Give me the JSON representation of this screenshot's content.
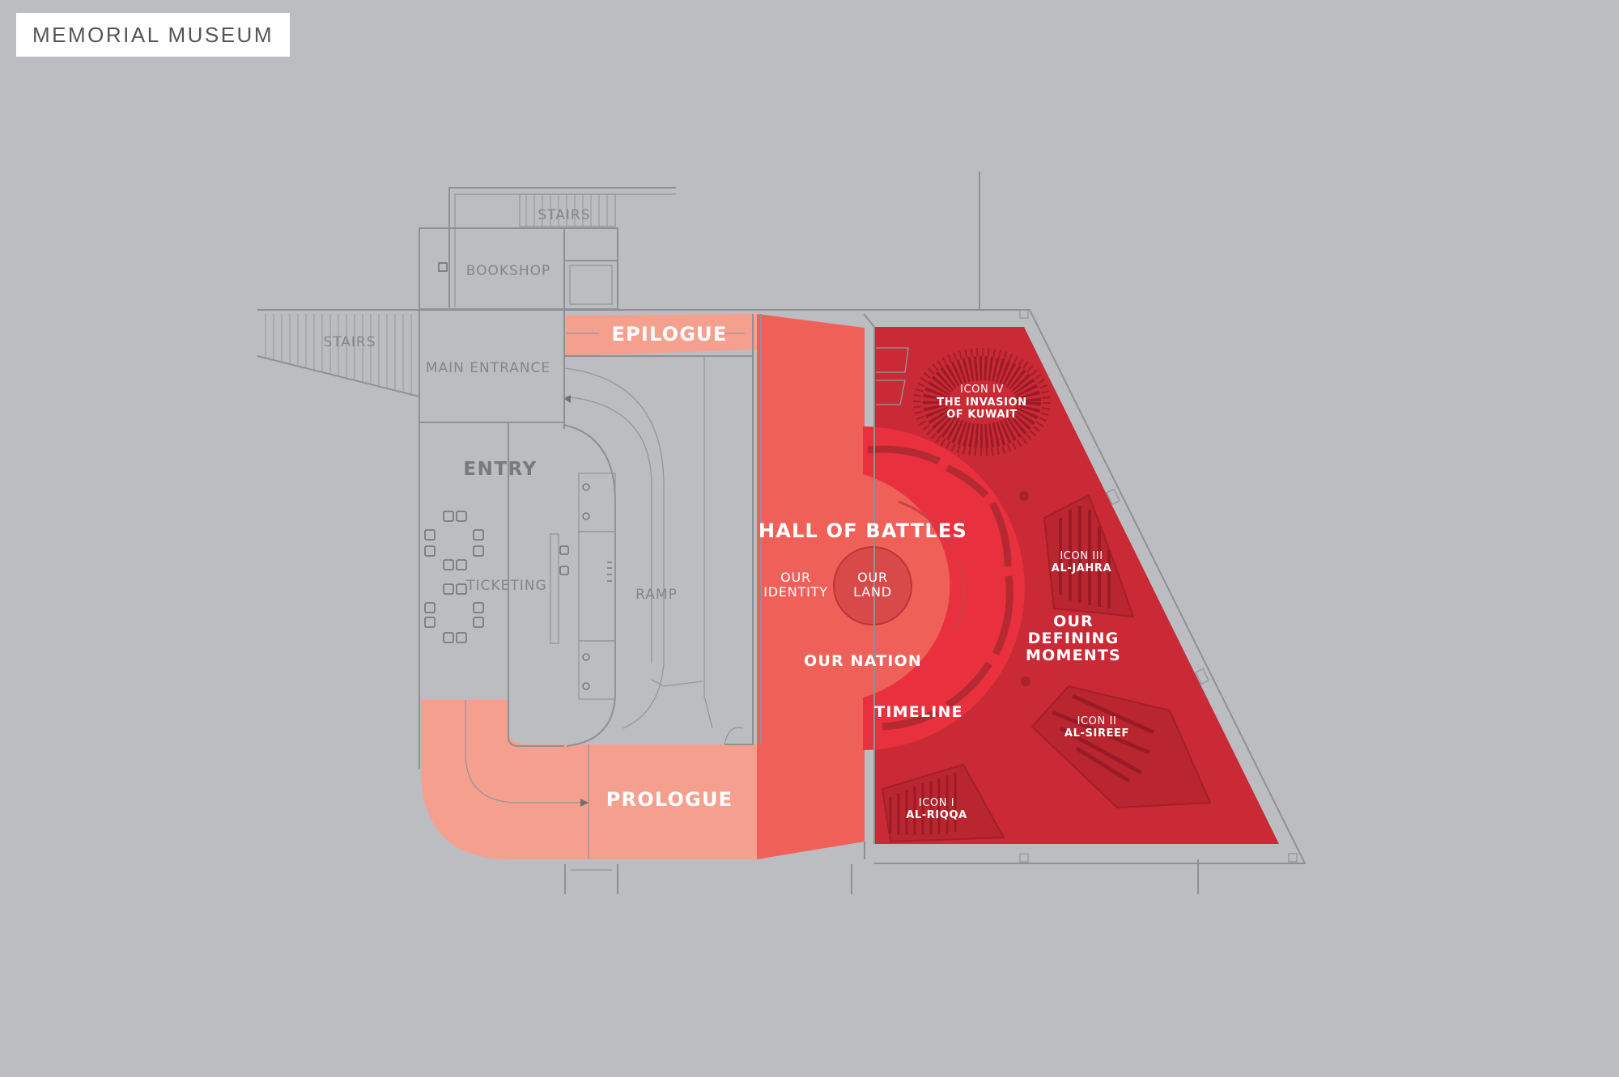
{
  "map_title": "MEMORIAL MUSEUM",
  "colors": {
    "background": "#bcbdc1",
    "prologue_epilogue": "#f5a08f",
    "hall_of_battles": "#ef6158",
    "defining_moments": "#c92a35",
    "timeline_ring": "#e8303e",
    "our_land": "#d84a4a"
  },
  "rooms": {
    "stairs_top": "STAIRS",
    "stairs_left": "STAIRS",
    "bookshop": "BOOKSHOP",
    "main_entrance": "MAIN ENTRANCE",
    "entry": "ENTRY",
    "ticketing": "TICKETING",
    "ramp": "RAMP"
  },
  "galleries": {
    "epilogue": "EPILOGUE",
    "prologue": "PROLOGUE",
    "hall_of_battles": "HALL OF BATTLES",
    "our_identity_1": "OUR",
    "our_identity_2": "IDENTITY",
    "our_land_1": "OUR",
    "our_land_2": "LAND",
    "our_nation": "OUR NATION",
    "timeline": "TIMELINE",
    "defining_1": "OUR",
    "defining_2": "DEFINING",
    "defining_3": "MOMENTS"
  },
  "icons": [
    {
      "label": "ICON IV",
      "name_1": "THE INVASION",
      "name_2": "OF KUWAIT"
    },
    {
      "label": "ICON III",
      "name_1": "AL-JAHRA"
    },
    {
      "label": "ICON II",
      "name_1": "AL-SIREEF"
    },
    {
      "label": "ICON I",
      "name_1": "AL-RIQQA"
    }
  ]
}
